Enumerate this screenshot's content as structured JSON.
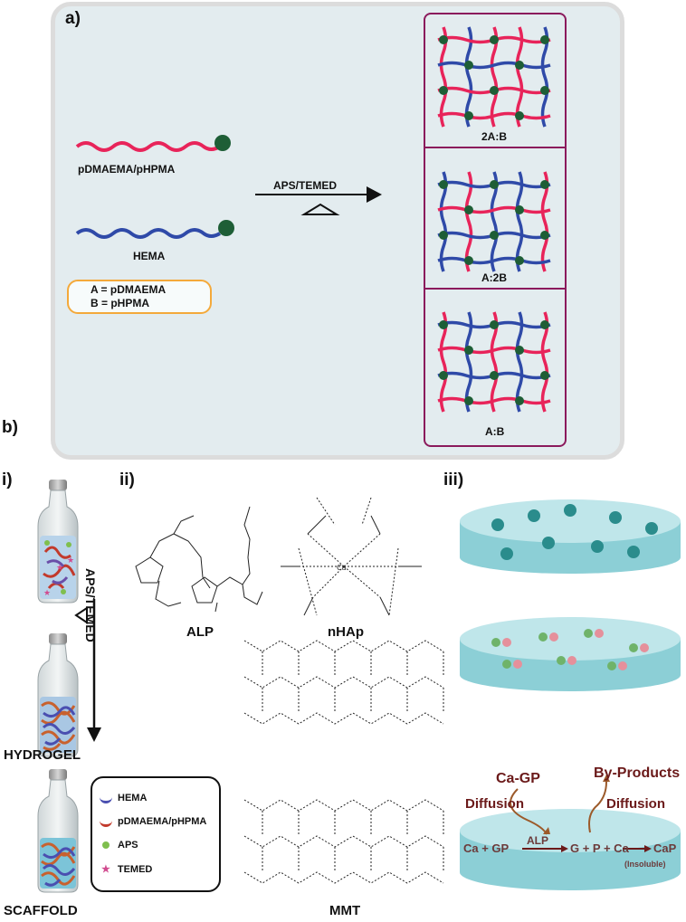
{
  "panel_a": {
    "label": "a)",
    "chain_top_label": "pDMAEMA/pHPMA",
    "chain_bottom_label": "HEMA",
    "arrow_label": "APS/TEMED",
    "legend_line1": "A = pDMAEMA",
    "legend_line2": "B = pHPMA",
    "network_labels": [
      "2A:B",
      "A:2B",
      "A:B"
    ],
    "colors": {
      "red_chain": "#e8245a",
      "blue_chain": "#2f4aa8",
      "node": "#1e5e36",
      "frame": "#8b1a5c",
      "legend_border": "#f4a93a"
    }
  },
  "panel_b": {
    "label": "b)",
    "sub_i": "i)",
    "sub_ii": "ii)",
    "sub_iii": "iii)",
    "vertical_arrow_label": "APS/TEMED",
    "hydrogel_label": "HYDROGEL",
    "scaffold_label": "SCAFFOLD",
    "legend_items": [
      "HEMA",
      "pDMAEMA/pHPMA",
      "APS",
      "TEMED"
    ],
    "chem_labels": [
      "ALP",
      "nHAp",
      "MMT"
    ],
    "scaffold3": {
      "ca_gp": "Ca-GP",
      "by_products": "By-Products",
      "diffusion_left": "Diffusion",
      "diffusion_right": "Diffusion",
      "eq_left": "Ca + GP",
      "eq_enzyme": "ALP",
      "eq_right": "G + P + Ca",
      "eq_product": "CaP",
      "eq_note": "(Insoluble)"
    }
  }
}
